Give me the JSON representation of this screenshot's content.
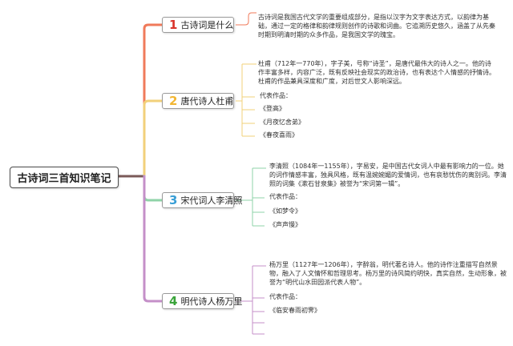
{
  "root": {
    "title": "古诗词三首知识笔记"
  },
  "branches": [
    {
      "number": "1",
      "title": "古诗词是什么",
      "number_color": "#d9342b",
      "line_color": "#f07a5a",
      "description": "古诗词是我国古代文学的重要组成部分，是指以汉字为文字表达方式，以韵律为基础，通过一定的格律和韵律规则创作的诗歌和词曲。它追溯历史悠久，涵盖了从先秦时期到明清时期的众多作品，是我国文学的瑰宝。",
      "works_label": "",
      "works": []
    },
    {
      "number": "2",
      "title": "唐代诗人杜甫",
      "number_color": "#f2b632",
      "line_color": "#f2d07a",
      "description": "杜甫（712年一770年），字子美，号称“诗圣”，是唐代最伟大的诗人之一。他的诗作丰富多样，内容广泛，既有反映社会现实的政治诗，也有表达个人情感的抒情诗。杜甫的作品兼具深度和广度，对后世文人影响深远。",
      "works_label": "代表作品：",
      "works": [
        "《登高》",
        "《月夜忆舍弟》",
        "《春夜喜雨》"
      ]
    },
    {
      "number": "3",
      "title": "宋代词人李清照",
      "number_color": "#3a9fd6",
      "line_color": "#8fd3a8",
      "description": "李清照（1084年一1155年），字易安，是中国古代女词人中最有影响力的一位。她的词作情感丰富，独具风格，既有温婉婉媚的爱情词，也有哀愁忧伤的离别词。李清照的词集《漱石甘泉集》被誉为“宋词第一辑”。",
      "works_label": "代表作品：",
      "works": [
        "《如梦令》",
        "《声声慢》"
      ]
    },
    {
      "number": "4",
      "title": "明代诗人杨万里",
      "number_color": "#3aa43a",
      "line_color": "#c48fc8",
      "description": "杨万里（1127年一1206年），字醉翁，明代著名诗人。他的诗作注重描写自然景物，融入了人文情怀和哲理思考。杨万里的诗风简约明快，真实自然，生动形象，被誉为“明代山水田园派代表人物”。",
      "works_label": "代表作品：",
      "works": [
        "《临安春雨初霁》"
      ]
    }
  ]
}
